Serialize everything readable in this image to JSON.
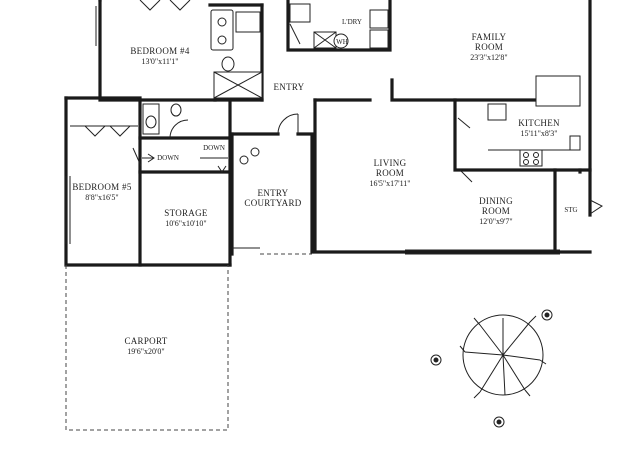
{
  "rooms": {
    "bedroom4": {
      "name": "BEDROOM #4",
      "dim": "13'0\"x11'1\""
    },
    "laundry": {
      "name": "L'DRY",
      "wh": "WH"
    },
    "family": {
      "name_line1": "FAMILY",
      "name_line2": "ROOM",
      "dim": "23'3\"x12'8\""
    },
    "entry": {
      "name": "ENTRY"
    },
    "kitchen": {
      "name": "KITCHEN",
      "dim": "15'11\"x8'3\""
    },
    "living": {
      "name_line1": "LIVING",
      "name_line2": "ROOM",
      "dim": "16'5\"x17'11\""
    },
    "bedroom5": {
      "name": "BEDROOM #5",
      "dim": "8'8\"x16'5\""
    },
    "storage": {
      "name": "STORAGE",
      "dim": "10'6\"x10'10\""
    },
    "courtyard": {
      "name_line1": "ENTRY",
      "name_line2": "COURTYARD"
    },
    "dining": {
      "name_line1": "DINING",
      "name_line2": "ROOM",
      "dim": "12'0\"x9'7\""
    },
    "stg": {
      "name": "STG"
    },
    "carport": {
      "name": "CARPORT",
      "dim": "19'6\"x20'0\""
    }
  },
  "stairs": {
    "down_1": "DOWN",
    "down_2": "DOWN"
  }
}
